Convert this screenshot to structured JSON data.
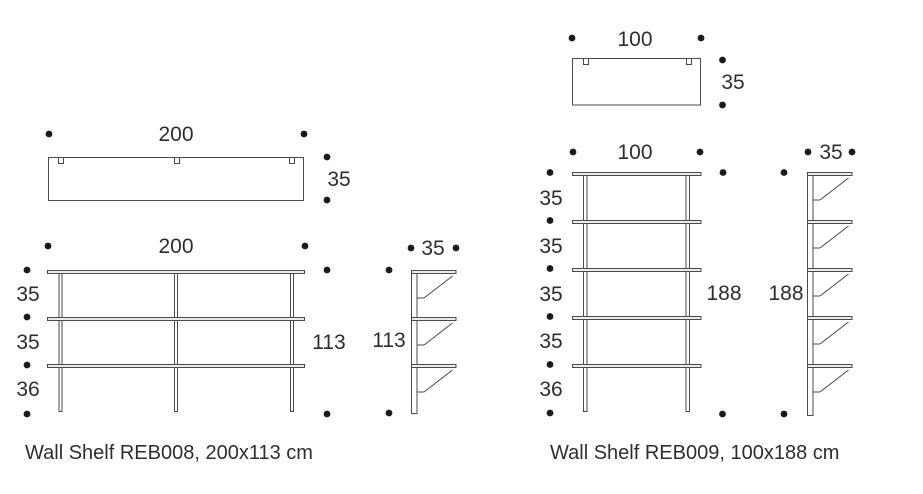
{
  "colors": {
    "background": "#ffffff",
    "line": "#4a4a4a",
    "dot": "#1b1b1b",
    "text": "#2e2e2e"
  },
  "products": {
    "reb008": {
      "name": "Wall Shelf REB008, 200x113 cm",
      "top": {
        "width": "200",
        "depth": "35"
      },
      "front": {
        "width": "200",
        "height": "113",
        "rows": [
          "35",
          "35",
          "36"
        ]
      },
      "side": {
        "depth": "35",
        "height": "113"
      }
    },
    "reb009": {
      "name": "Wall Shelf REB009, 100x188 cm",
      "top": {
        "width": "100",
        "depth": "35"
      },
      "front": {
        "width": "100",
        "height": "188",
        "rows": [
          "35",
          "35",
          "35",
          "35",
          "36"
        ]
      },
      "side": {
        "depth": "35",
        "height": "188"
      }
    }
  }
}
